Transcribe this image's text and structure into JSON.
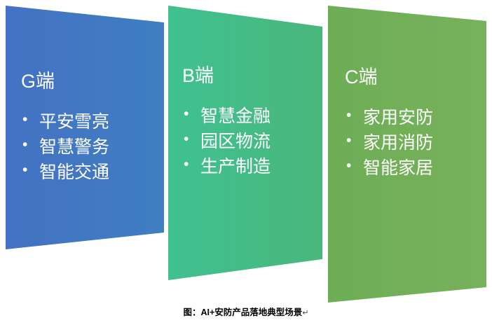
{
  "diagram": {
    "panels": [
      {
        "id": "g",
        "title": "G端",
        "items": [
          "平安雪亮",
          "智慧警务",
          "智能交通"
        ],
        "color_start": "#4472C4",
        "color_end": "#3F7DC0"
      },
      {
        "id": "b",
        "title": "B端",
        "items": [
          "智慧金融",
          "园区物流",
          "生产制造"
        ],
        "color_start": "#40C08A",
        "color_end": "#49B77E"
      },
      {
        "id": "c",
        "title": "C端",
        "items": [
          "家用安防",
          "家用消防",
          "智能家居"
        ],
        "color_start": "#6FAF57",
        "color_end": "#77B05B"
      }
    ]
  },
  "caption": {
    "text": "图：AI+安防产品落地典型场景",
    "mark": "↵"
  }
}
